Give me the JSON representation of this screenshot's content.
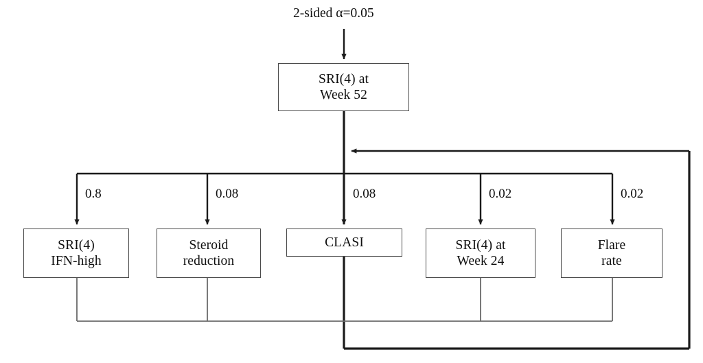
{
  "diagram": {
    "title_label": "2-sided α=0.05",
    "type": "alpha-allocation-flowchart",
    "colors": {
      "line": "#1a1a1a",
      "thin_line": "#6a6a6a",
      "box_border": "#4a4a4a",
      "text": "#101010",
      "background": "#ffffff"
    },
    "primary_node": {
      "label": "SRI(4) at\nWeek 52"
    },
    "branches": [
      {
        "weight": "0.8",
        "label": "SRI(4)\nIFN-high"
      },
      {
        "weight": "0.08",
        "label": "Steroid\nreduction"
      },
      {
        "weight": "0.08",
        "label": "CLASI"
      },
      {
        "weight": "0.02",
        "label": "SRI(4) at\nWeek 24"
      },
      {
        "weight": "0.02",
        "label": "Flare\nrate"
      }
    ]
  }
}
